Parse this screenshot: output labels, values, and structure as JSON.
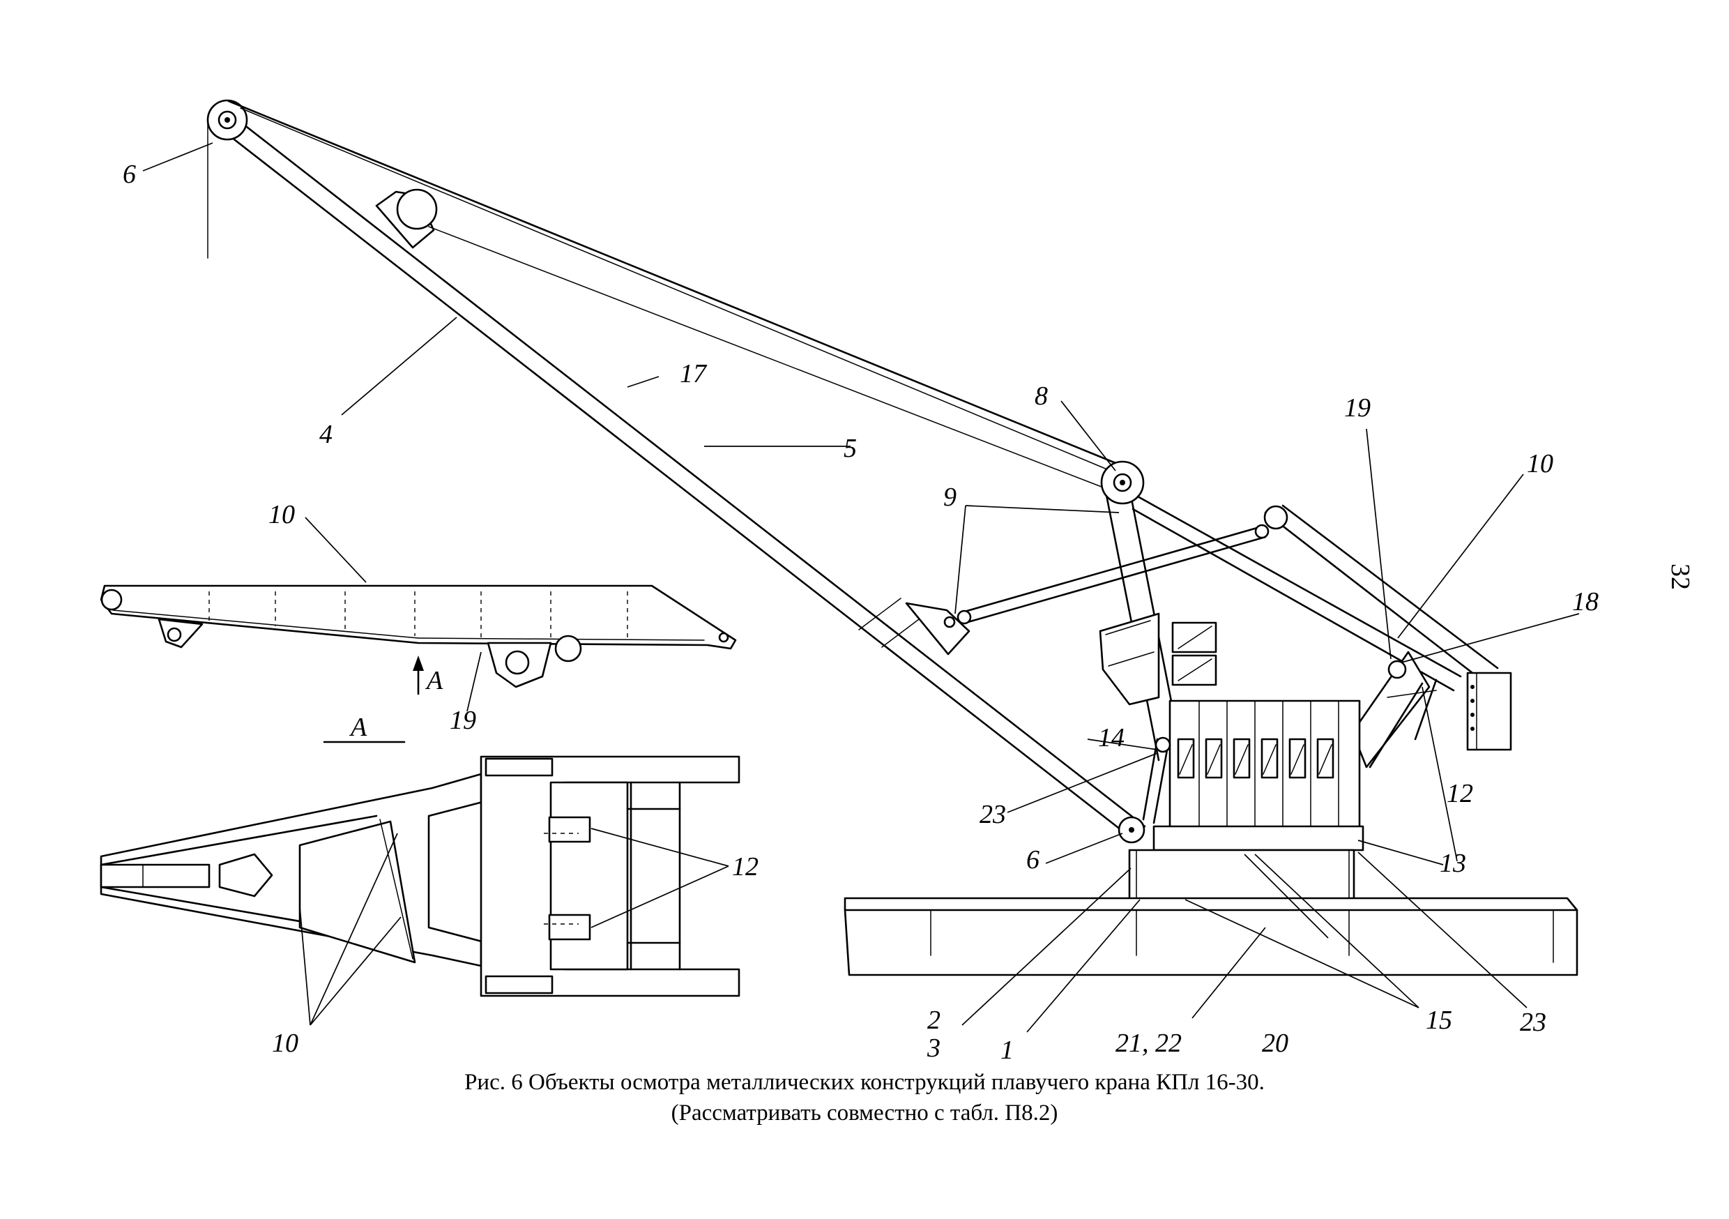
{
  "page_number": "32",
  "caption": {
    "line1": "Рис. 6   Объекты осмотра металлических конструкций плавучего крана КПл 16-30.",
    "line2": "(Рассматривать совместно с табл. П8.2)"
  },
  "callouts": {
    "c6_top": "6",
    "c4": "4",
    "c17": "17",
    "c5": "5",
    "c8": "8",
    "c9": "9",
    "c19_top": "19",
    "c10_right": "10",
    "c18": "18",
    "c14": "14",
    "c23_left": "23",
    "c6_bottom": "6",
    "c12_right": "12",
    "c13": "13",
    "c23_right": "23",
    "c15": "15",
    "c20": "20",
    "c21_22": "21, 22",
    "c1": "1",
    "c2": "2",
    "c3": "3",
    "c10_mid": "10",
    "c19_mid": "19",
    "arrow_A": "A",
    "view_A": "A",
    "c12_view": "12",
    "c10_view": "10"
  }
}
